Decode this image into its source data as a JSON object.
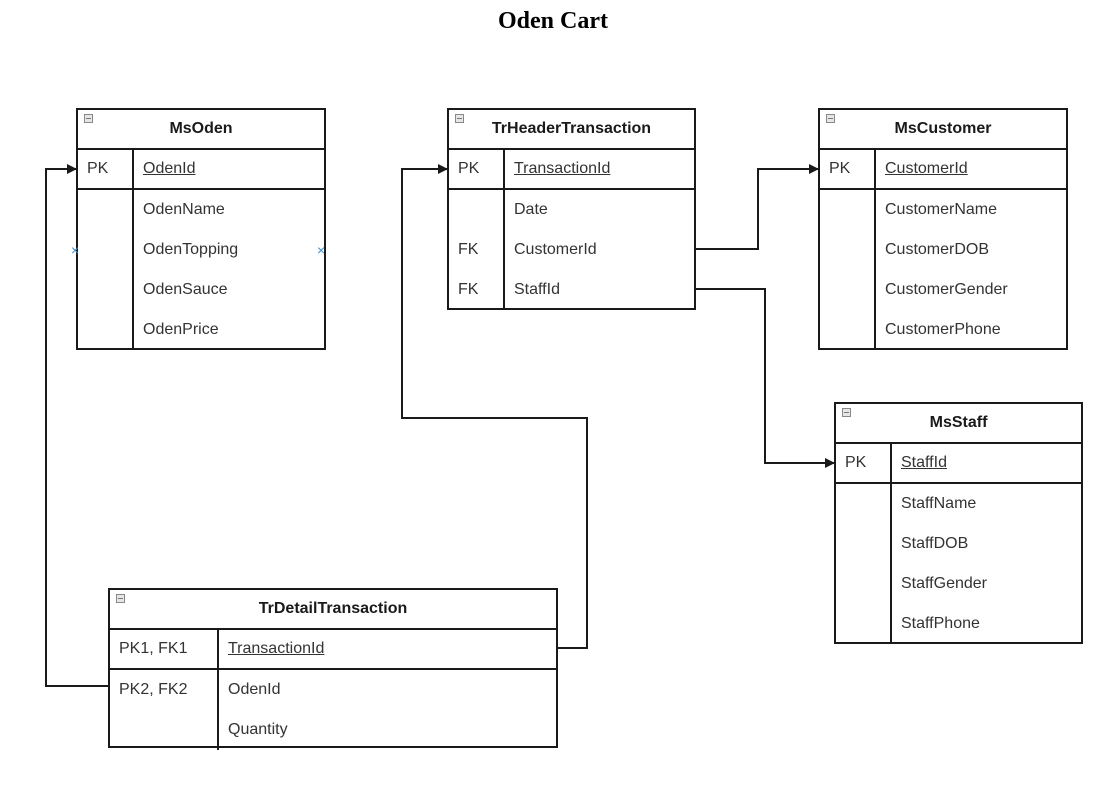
{
  "title": "Oden Cart",
  "colors": {
    "line": "#1a1a1a",
    "marker": "#3b8fd1"
  },
  "entities": {
    "ms_oden": {
      "name": "MsOden",
      "keys": [
        "PK",
        "",
        "",
        "",
        ""
      ],
      "attributes": [
        "OdenId",
        "OdenName",
        "OdenTopping",
        "OdenSauce",
        "OdenPrice"
      ]
    },
    "tr_header": {
      "name": "TrHeaderTransaction",
      "keys": [
        "PK",
        "",
        "FK",
        "FK"
      ],
      "attributes": [
        "TransactionId",
        "Date",
        "CustomerId",
        "StaffId"
      ]
    },
    "ms_customer": {
      "name": "MsCustomer",
      "keys": [
        "PK",
        "",
        "",
        "",
        ""
      ],
      "attributes": [
        "CustomerId",
        "CustomerName",
        "CustomerDOB",
        "CustomerGender",
        "CustomerPhone"
      ]
    },
    "ms_staff": {
      "name": "MsStaff",
      "keys": [
        "PK",
        "",
        "",
        "",
        ""
      ],
      "attributes": [
        "StaffId",
        "StaffName",
        "StaffDOB",
        "StaffGender",
        "StaffPhone"
      ]
    },
    "tr_detail": {
      "name": "TrDetailTransaction",
      "keys": [
        "PK1, FK1",
        "PK2, FK2",
        ""
      ],
      "attributes": [
        "TransactionId",
        "OdenId",
        "Quantity"
      ]
    }
  },
  "markers": {
    "symbol": "×"
  }
}
